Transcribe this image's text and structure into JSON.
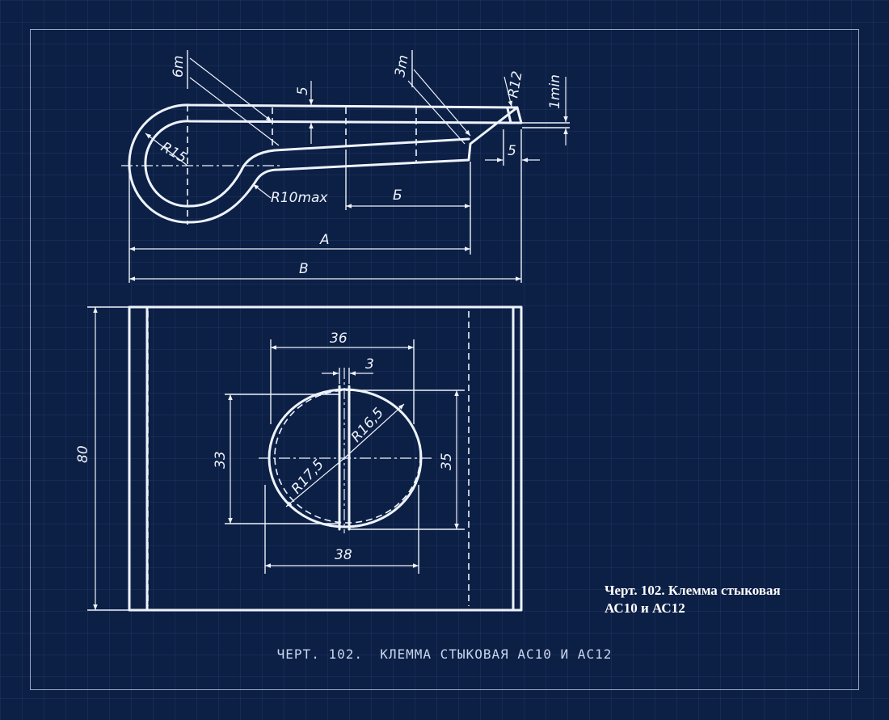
{
  "drawing": {
    "dimensions": {
      "six_m": "6m",
      "three_m": "3m",
      "r12": "R12",
      "one_min": "1min",
      "five_top": "5",
      "five_right": "5",
      "r15": "R15",
      "r10max": "R10max",
      "b_cyr": "Б",
      "a": "A",
      "v": "B",
      "d36": "36",
      "d3": "3",
      "r165": "R16,5",
      "r175": "R17,5",
      "d33": "33",
      "d35": "35",
      "d38": "38",
      "d80": "80"
    },
    "caption": {
      "line1": "Черт. 102. Клемма стыковая",
      "line2": "АС10 и АС12",
      "bottom": "ЧЕРТ. 102.  КЛЕММА СТЫКОВАЯ АС10 И АС12"
    }
  },
  "colors": {
    "background": "#0c1f45",
    "ink": "#eef3fb"
  }
}
